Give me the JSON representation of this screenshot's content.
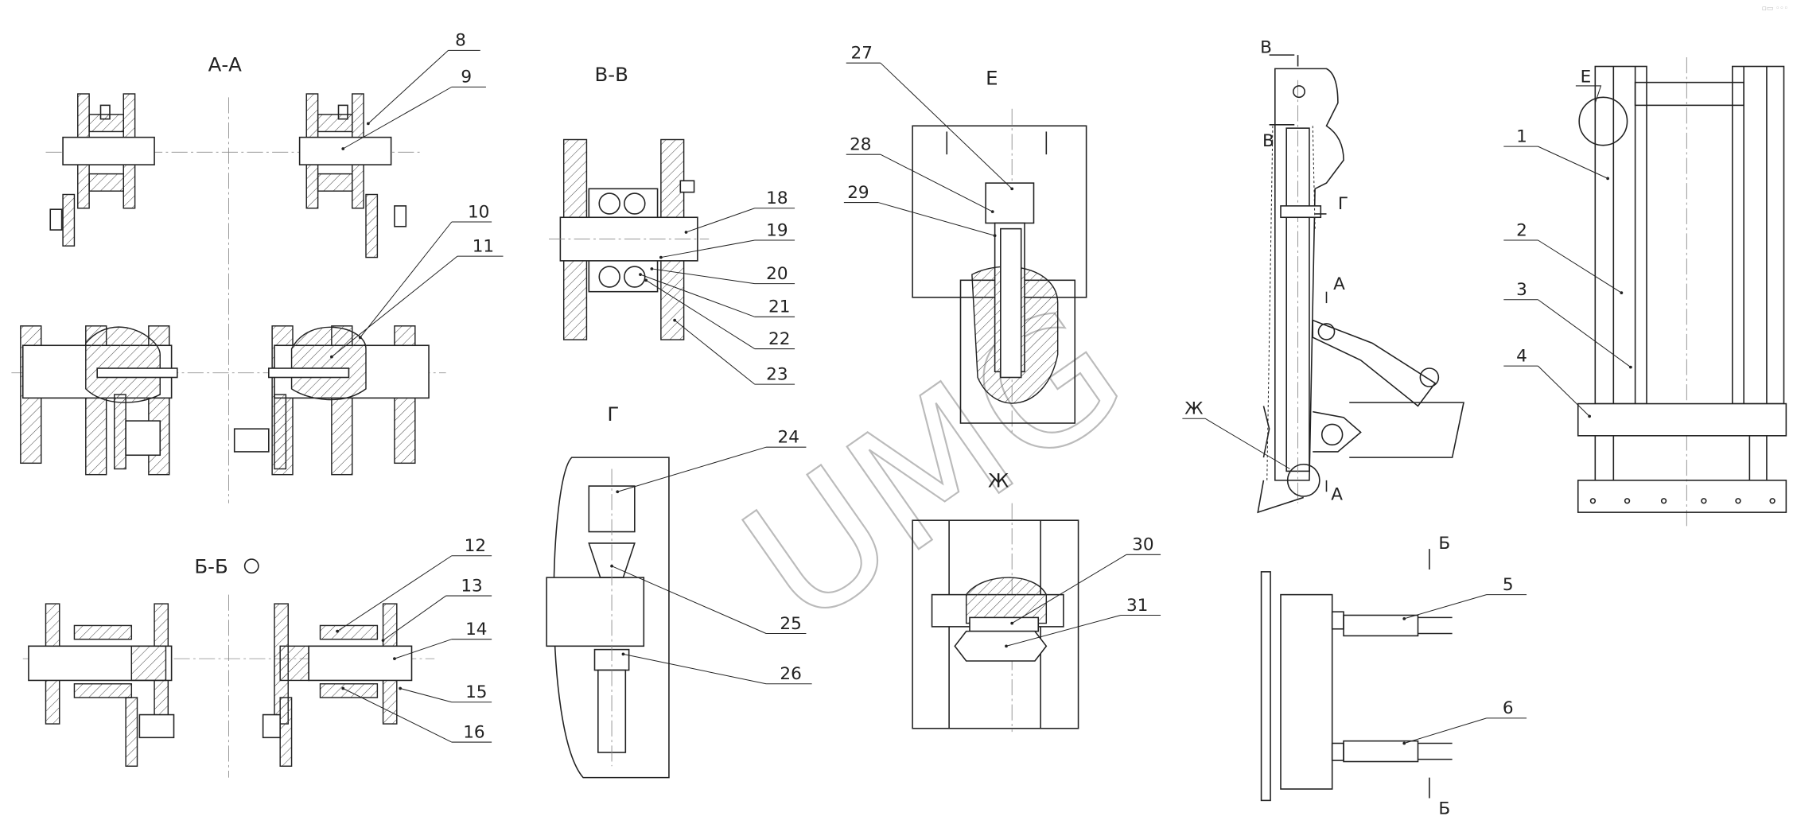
{
  "views": {
    "aa": "А-А",
    "vv": "В-В",
    "e": "Е",
    "g": "Г",
    "zh": "Ж",
    "bb": "Б-Б"
  },
  "section_marks": {
    "v_top": "В",
    "v_bottom": "В",
    "g": "Г",
    "a_top": "А",
    "a_bottom": "А",
    "b_top": "Б",
    "b_bottom": "Б",
    "e_callout": "Е",
    "zh_callout": "Ж"
  },
  "parts": [
    "8",
    "9",
    "10",
    "11",
    "12",
    "13",
    "14",
    "15",
    "16",
    "18",
    "19",
    "20",
    "21",
    "22",
    "23",
    "24",
    "25",
    "26",
    "27",
    "28",
    "29",
    "30",
    "31",
    "1",
    "2",
    "3",
    "4",
    "5",
    "6"
  ],
  "watermark": "UMG",
  "corner_mark": "▫▭ ◦◦◦"
}
